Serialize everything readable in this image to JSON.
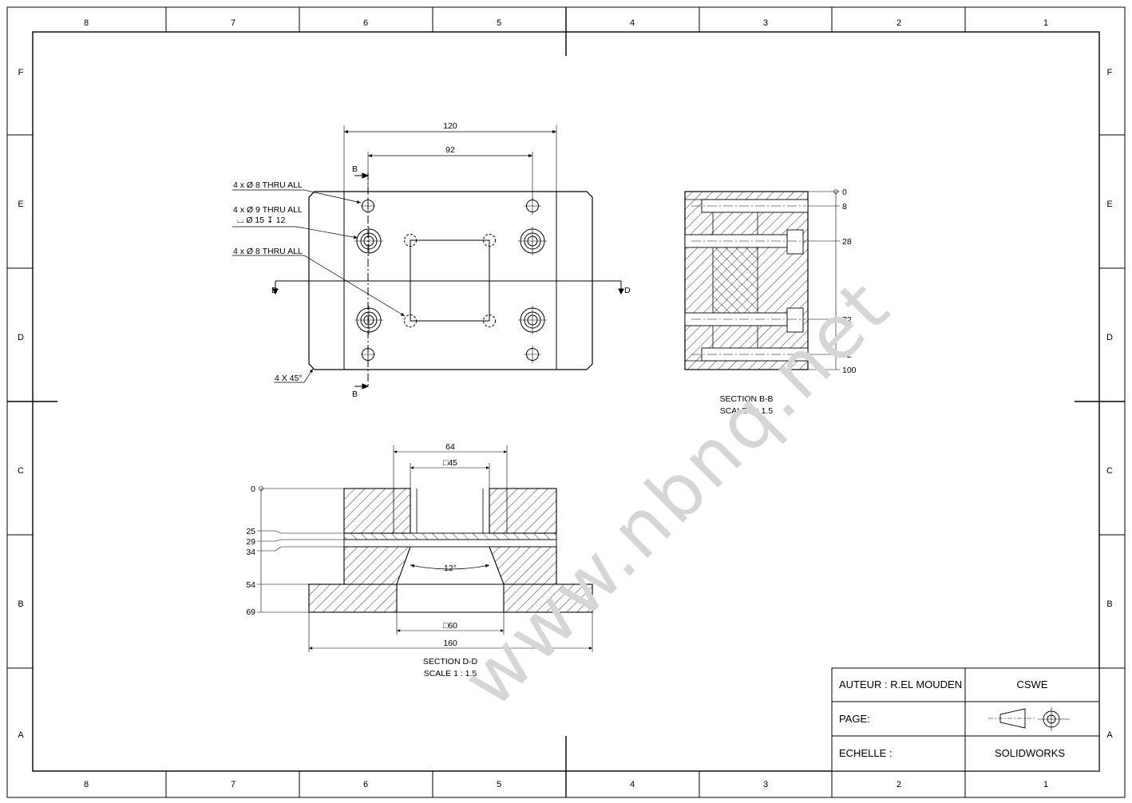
{
  "border": {
    "top_zones": [
      "8",
      "7",
      "6",
      "5",
      "4",
      "3",
      "2",
      "1"
    ],
    "bottom_zones": [
      "8",
      "7",
      "6",
      "5",
      "4",
      "3",
      "2",
      "1"
    ],
    "left_zones": [
      "F",
      "E",
      "D",
      "C",
      "B",
      "A"
    ],
    "right_zones": [
      "F",
      "E",
      "D",
      "C",
      "B",
      "A"
    ]
  },
  "top_view": {
    "dim_overall_width": "120",
    "dim_hole_spacing": "92",
    "callout_holes_1": "4 x  Ø 8 THRU ALL",
    "callout_cbore_line1": "4 x  Ø 9 THRU ALL",
    "callout_cbore_line2": "⌴  Ø 15 ↧ 12",
    "callout_holes_2": "4 x  Ø 8 THRU ALL",
    "chamfer_callout": "4 X 45°",
    "section_b_letter_top": "B",
    "section_b_letter_bottom": "B",
    "section_d_letter_left": "D",
    "section_d_letter_right": "D"
  },
  "section_bb": {
    "title": "SECTION B-B",
    "scale": "SCALE 1 : 1.5",
    "ordinates": [
      "0",
      "8",
      "28",
      "72",
      "92",
      "100"
    ]
  },
  "section_dd": {
    "title": "SECTION D-D",
    "scale": "SCALE 1 : 1.5",
    "dim_top_width": "64",
    "dim_square_top": "□45",
    "dim_angle": "12°",
    "dim_square_bottom": "□60",
    "dim_overall_width": "160",
    "ordinates": [
      "0",
      "25",
      "29",
      "34",
      "54",
      "69"
    ]
  },
  "title_block": {
    "author": "AUTEUR :  R.EL MOUDEN",
    "cert": "CSWE",
    "page": "PAGE:",
    "scale": "ECHELLE :",
    "software": "SOLIDWORKS"
  },
  "watermark": "www.nbnq.net"
}
